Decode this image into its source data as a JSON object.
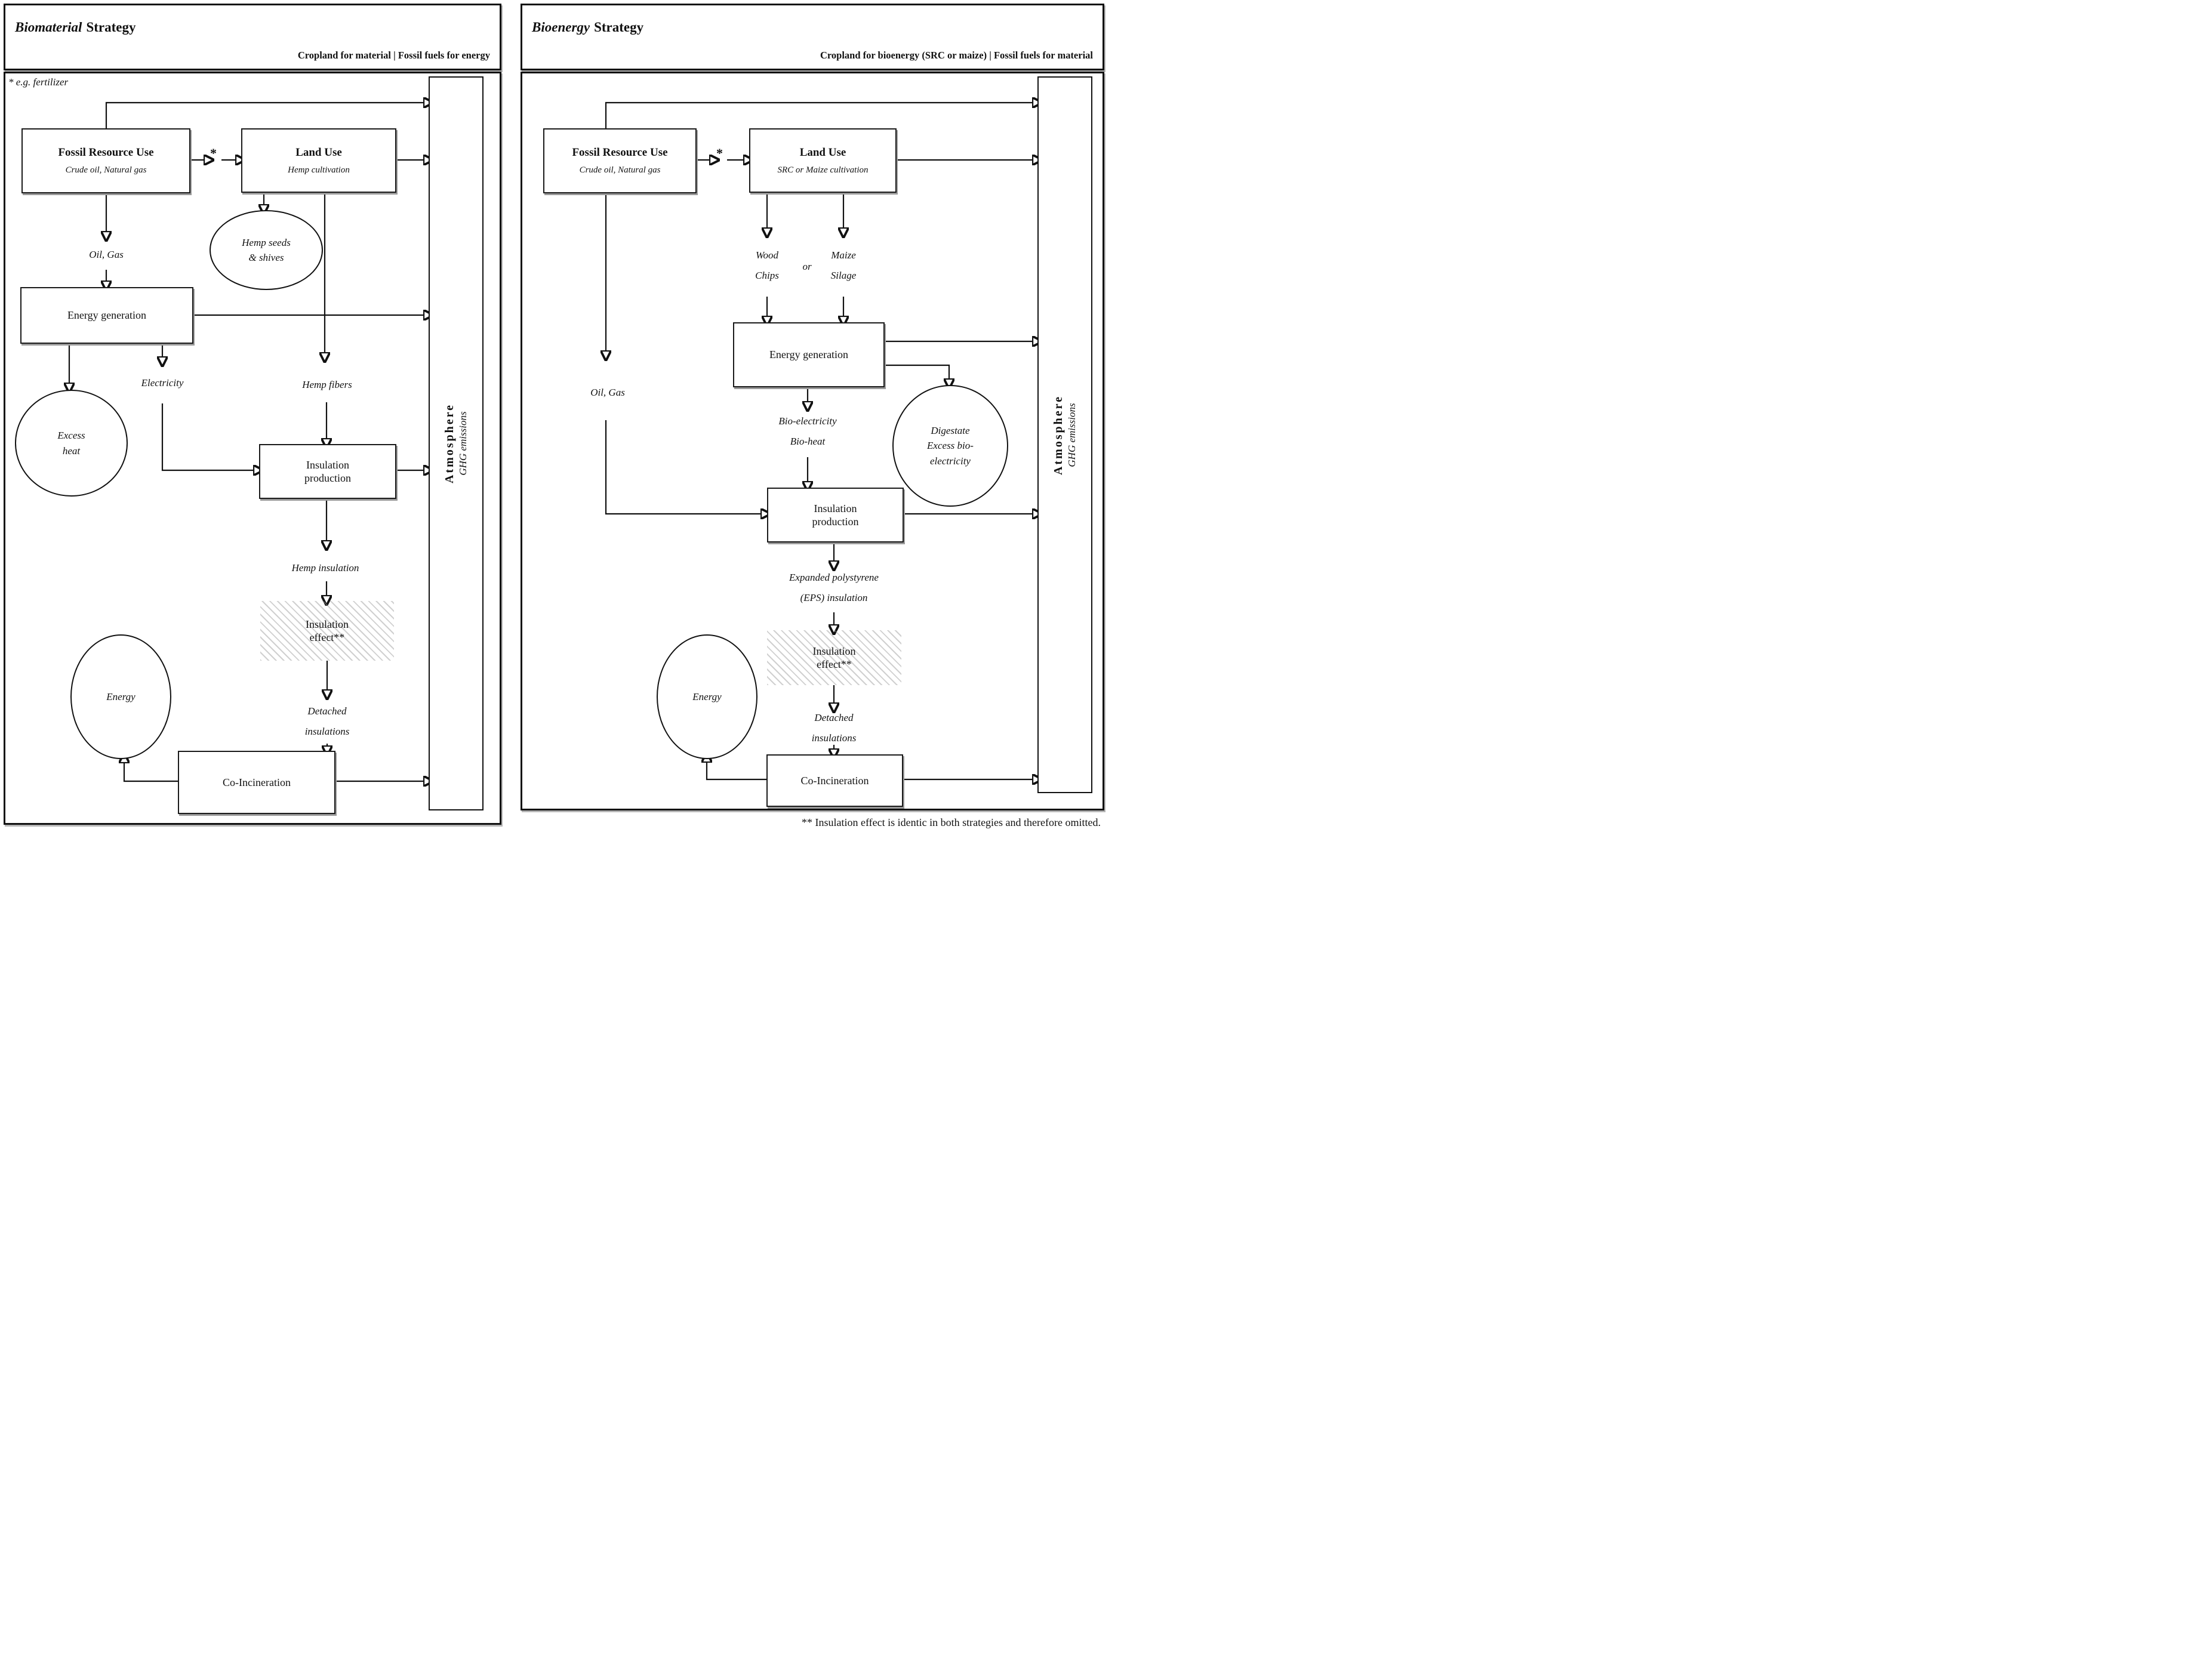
{
  "footnote": "** Insulation effect is identic in both strategies and therefore omitted.",
  "left": {
    "title_em": "Biomaterial",
    "title_rest": "Strategy",
    "subtitle": "Cropland for material | Fossil fuels for energy",
    "note": "* e.g. fertilizer",
    "fossil_title": "Fossil Resource Use",
    "fossil_sub": "Crude oil, Natural gas",
    "asterisk": "*",
    "land_title": "Land Use",
    "land_sub": "Hemp cultivation",
    "hemp_seeds": [
      "Hemp seeds",
      "& shives"
    ],
    "oil_gas": "Oil, Gas",
    "energy_generation": "Energy generation",
    "excess_heat": [
      "Excess",
      "heat"
    ],
    "electricity": "Electricity",
    "hemp_fibers": "Hemp fibers",
    "insulation_production": [
      "Insulation",
      "production"
    ],
    "hemp_insulation": "Hemp insulation",
    "insulation_effect": [
      "Insulation",
      "effect**"
    ],
    "detached": [
      "Detached",
      "insulations"
    ],
    "energy": "Energy",
    "co_incineration": "Co-Incineration",
    "atmosphere_title": "Atmosphere",
    "atmosphere_sub": "GHG emissions"
  },
  "right": {
    "title_em": "Bioenergy",
    "title_rest": "Strategy",
    "subtitle": "Cropland for bioenergy (SRC or maize) | Fossil fuels for material",
    "fossil_title": "Fossil Resource Use",
    "fossil_sub": "Crude oil, Natural gas",
    "asterisk": "*",
    "land_title": "Land Use",
    "land_sub": "SRC or Maize cultivation",
    "wood_chips": [
      "Wood",
      "Chips"
    ],
    "or_label": "or",
    "maize_silage": [
      "Maize",
      "Silage"
    ],
    "oil_gas": "Oil, Gas",
    "energy_generation": "Energy generation",
    "bio_outputs": [
      "Bio-electricity",
      "Bio-heat"
    ],
    "digestate": [
      "Digestate",
      "Excess bio-",
      "electricity"
    ],
    "insulation_production": [
      "Insulation",
      "production"
    ],
    "eps": [
      "Expanded polystyrene",
      "(EPS) insulation"
    ],
    "insulation_effect": [
      "Insulation",
      "effect**"
    ],
    "detached": [
      "Detached",
      "insulations"
    ],
    "energy": "Energy",
    "co_incineration": "Co-Incineration",
    "atmosphere_title": "Atmosphere",
    "atmosphere_sub": "GHG emissions"
  }
}
